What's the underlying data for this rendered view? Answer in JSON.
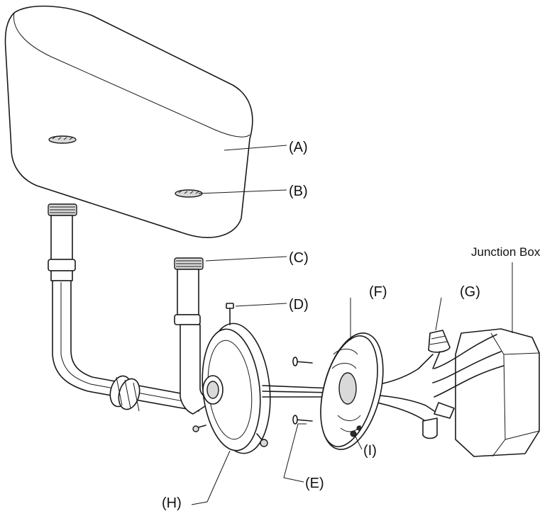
{
  "labels": {
    "A": "(A)",
    "B": "(B)",
    "C": "(C)",
    "D": "(D)",
    "E": "(E)",
    "F": "(F)",
    "G": "(G)",
    "H": "(H)",
    "I": "(I)",
    "junction_box": "Junction Box"
  }
}
